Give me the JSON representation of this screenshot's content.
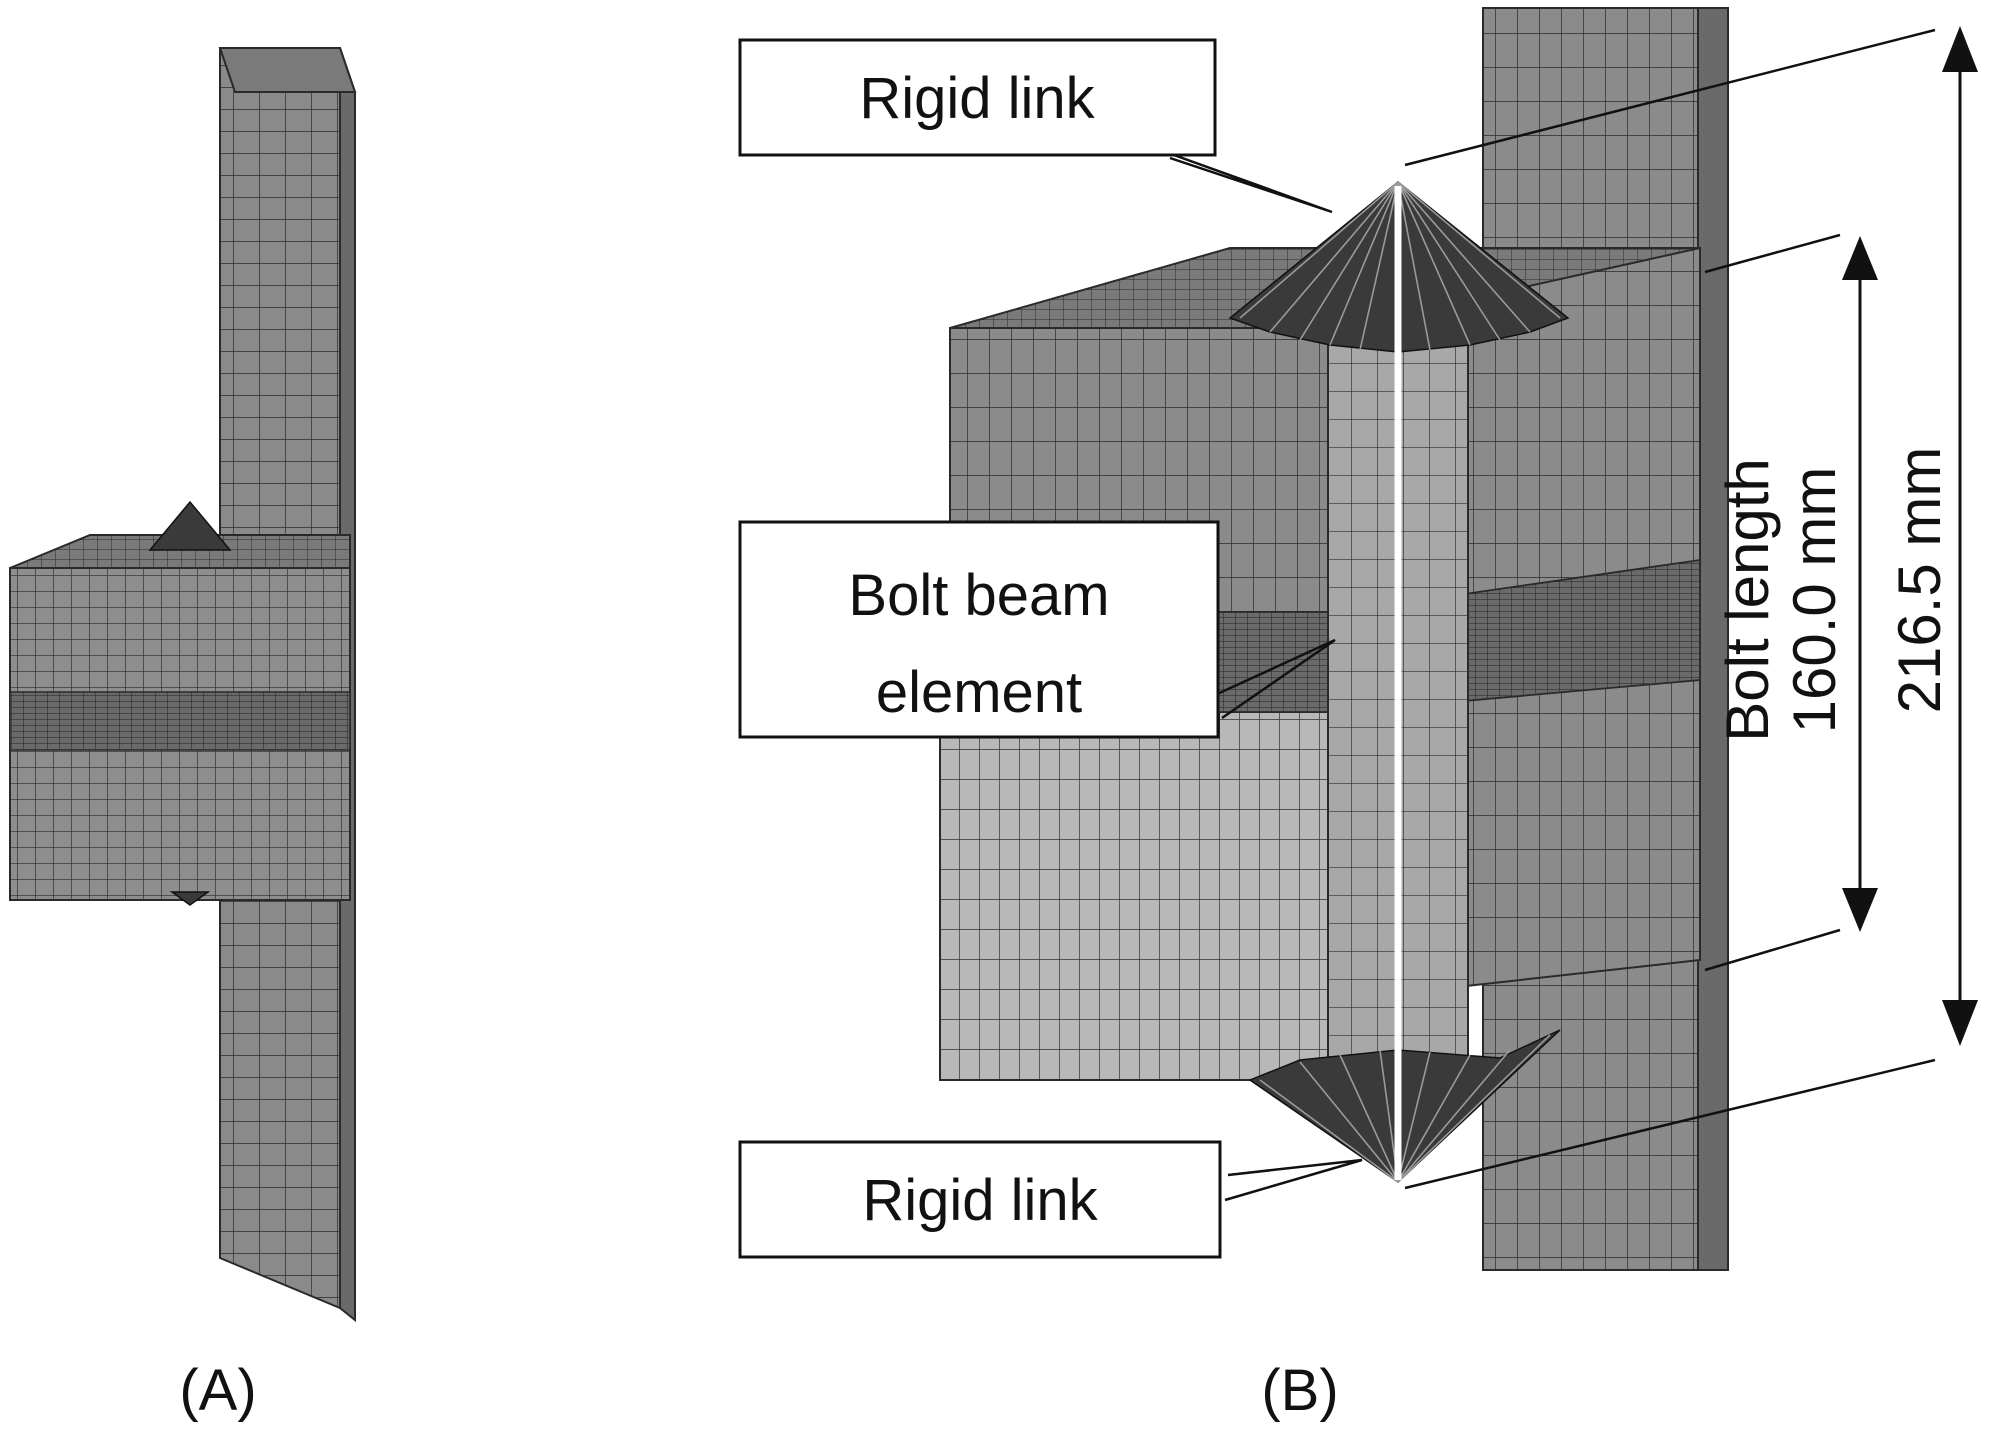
{
  "panels": {
    "a_label": "(A)",
    "b_label": "(B)"
  },
  "callouts": {
    "rigid_link_top": "Rigid link",
    "bolt_beam_line1": "Bolt beam",
    "bolt_beam_line2": "element",
    "rigid_link_bottom": "Rigid link"
  },
  "dimensions": {
    "bolt_length_label": "Bolt length",
    "bolt_length_value": "160.0 mm",
    "total_length_value": "216.5 mm"
  },
  "colors": {
    "mesh_face": "#8c8c8c",
    "mesh_face_light": "#b4b4b4",
    "mesh_face_dark": "#6e6e6e",
    "mesh_line": "#2a2a2a",
    "beam": "#ffffff"
  }
}
